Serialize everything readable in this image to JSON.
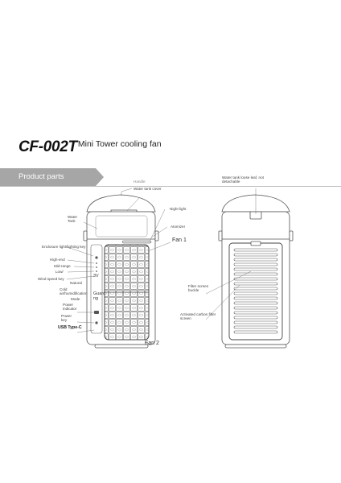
{
  "title": {
    "model": "CF-002T",
    "subtitle": "Mini Tower cooling fan"
  },
  "section_banner": "Product parts",
  "left_view": {
    "labels": {
      "handle": "Handle",
      "water_tank_cover": "Water tank cover",
      "water_tank": "Water\nTank",
      "night_light": "Night light",
      "atomizer": "Atomizer",
      "fan1": "Fan 1",
      "enclosure_key": "Enclosure light/lighting key",
      "high_end": "High-end",
      "mid_range": "Mid-range",
      "low": "Low/",
      "wind_speed_key": "Wind speed key",
      "natural": "Natural",
      "cold_air": "Cold\nair/humidification",
      "mode": "Mode",
      "power_indicator": "Power\nindicator",
      "power_key": "Power\nkey",
      "usb": "USB Type-C",
      "guard": "Guard\nng",
      "panel_3v": "3V",
      "fan2": "Fan 2"
    }
  },
  "right_view": {
    "labels": {
      "water_tank_loose_leaf": "Water tank loose leaf, not\ndetachable",
      "filter_screen_buckle": "Filter screen\nbuckle",
      "carbon_filter": "Activated carbon filter\nscreen"
    }
  },
  "colors": {
    "banner": "#a6a6a6",
    "line": "#555555",
    "background": "#ffffff"
  }
}
